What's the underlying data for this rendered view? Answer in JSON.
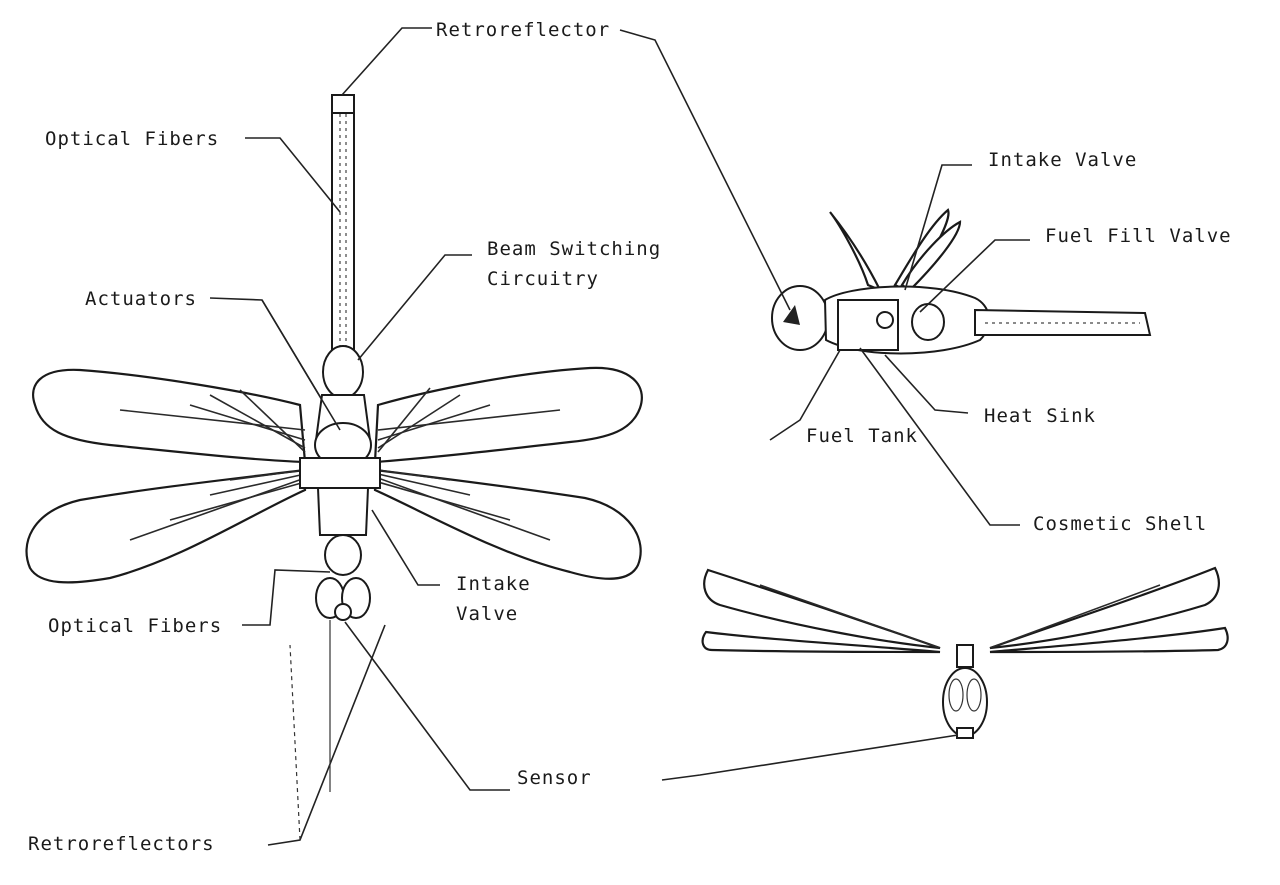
{
  "labels": {
    "retroreflector_top": "Retroreflector",
    "optical_fibers_top": "Optical Fibers",
    "beam_switching": [
      "Beam Switching",
      "Circuitry"
    ],
    "actuators": "Actuators",
    "intake_valve_left": [
      "Intake",
      "Valve"
    ],
    "optical_fibers_bottom": "Optical Fibers",
    "retroreflectors": "Retroreflectors",
    "sensor": "Sensor",
    "intake_valve_right": "Intake Valve",
    "fuel_fill_valve": "Fuel Fill Valve",
    "heat_sink": "Heat Sink",
    "fuel_tank": "Fuel Tank",
    "cosmetic_shell": "Cosmetic Shell"
  }
}
